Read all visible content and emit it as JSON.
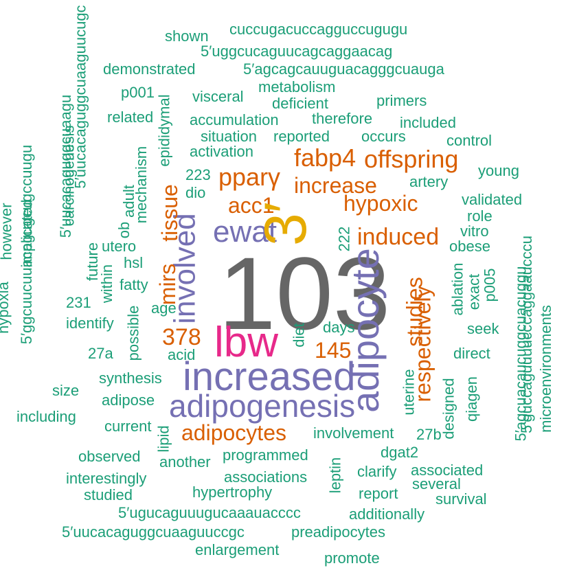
{
  "colors": {
    "top": "#666666",
    "pink": "#e7298a",
    "gold": "#e6ab02",
    "purple": "#7570b3",
    "orange": "#d95f02",
    "green": "#1b9e77"
  },
  "words": [
    {
      "text": "103",
      "color": "top"
    },
    {
      "text": "3′",
      "color": "gold"
    },
    {
      "text": "lbw",
      "color": "pink"
    },
    {
      "text": "adipocyte",
      "color": "purple"
    },
    {
      "text": "increased",
      "color": "purple"
    },
    {
      "text": "adipogenesis",
      "color": "purple"
    },
    {
      "text": "involved",
      "color": "purple"
    },
    {
      "text": "ewat",
      "color": "purple"
    },
    {
      "text": "fabp4",
      "color": "orange"
    },
    {
      "text": "offspring",
      "color": "orange"
    },
    {
      "text": "pparγ",
      "color": "orange"
    },
    {
      "text": "increase",
      "color": "orange"
    },
    {
      "text": "hypoxic",
      "color": "orange"
    },
    {
      "text": "acc1",
      "color": "orange"
    },
    {
      "text": "induced",
      "color": "orange"
    },
    {
      "text": "mirs",
      "color": "orange"
    },
    {
      "text": "tissue",
      "color": "orange"
    },
    {
      "text": "378",
      "color": "orange"
    },
    {
      "text": "145",
      "color": "orange"
    },
    {
      "text": "studies",
      "color": "orange"
    },
    {
      "text": "respectively",
      "color": "orange"
    },
    {
      "text": "adipocytes",
      "color": "orange"
    },
    {
      "text": "cuccugacuccagguccugugu",
      "color": "green"
    },
    {
      "text": "shown",
      "color": "green"
    },
    {
      "text": "5′uggcucaguucagcaggaacag",
      "color": "green"
    },
    {
      "text": "demonstrated",
      "color": "green"
    },
    {
      "text": "5′agcagcauuguacagggcuauga",
      "color": "green"
    },
    {
      "text": "p001",
      "color": "green"
    },
    {
      "text": "visceral",
      "color": "green"
    },
    {
      "text": "metabolism",
      "color": "green"
    },
    {
      "text": "deficient",
      "color": "green"
    },
    {
      "text": "primers",
      "color": "green"
    },
    {
      "text": "related",
      "color": "green"
    },
    {
      "text": "accumulation",
      "color": "green"
    },
    {
      "text": "therefore",
      "color": "green"
    },
    {
      "text": "included",
      "color": "green"
    },
    {
      "text": "situation",
      "color": "green"
    },
    {
      "text": "reported",
      "color": "green"
    },
    {
      "text": "occurs",
      "color": "green"
    },
    {
      "text": "control",
      "color": "green"
    },
    {
      "text": "activation",
      "color": "green"
    },
    {
      "text": "young",
      "color": "green"
    },
    {
      "text": "223",
      "color": "green"
    },
    {
      "text": "dio",
      "color": "green"
    },
    {
      "text": "artery",
      "color": "green"
    },
    {
      "text": "validated",
      "color": "green"
    },
    {
      "text": "role",
      "color": "green"
    },
    {
      "text": "vitro",
      "color": "green"
    },
    {
      "text": "obese",
      "color": "green"
    },
    {
      "text": "utero",
      "color": "green"
    },
    {
      "text": "hsl",
      "color": "green"
    },
    {
      "text": "fatty",
      "color": "green"
    },
    {
      "text": "age",
      "color": "green"
    },
    {
      "text": "days",
      "color": "green"
    },
    {
      "text": "231",
      "color": "green"
    },
    {
      "text": "identify",
      "color": "green"
    },
    {
      "text": "seek",
      "color": "green"
    },
    {
      "text": "27a",
      "color": "green"
    },
    {
      "text": "acid",
      "color": "green"
    },
    {
      "text": "direct",
      "color": "green"
    },
    {
      "text": "synthesis",
      "color": "green"
    },
    {
      "text": "size",
      "color": "green"
    },
    {
      "text": "adipose",
      "color": "green"
    },
    {
      "text": "including",
      "color": "green"
    },
    {
      "text": "current",
      "color": "green"
    },
    {
      "text": "involvement",
      "color": "green"
    },
    {
      "text": "27b",
      "color": "green"
    },
    {
      "text": "observed",
      "color": "green"
    },
    {
      "text": "another",
      "color": "green"
    },
    {
      "text": "programmed",
      "color": "green"
    },
    {
      "text": "dgat2",
      "color": "green"
    },
    {
      "text": "interestingly",
      "color": "green"
    },
    {
      "text": "associations",
      "color": "green"
    },
    {
      "text": "clarify",
      "color": "green"
    },
    {
      "text": "associated",
      "color": "green"
    },
    {
      "text": "studied",
      "color": "green"
    },
    {
      "text": "hypertrophy",
      "color": "green"
    },
    {
      "text": "report",
      "color": "green"
    },
    {
      "text": "several",
      "color": "green"
    },
    {
      "text": "survival",
      "color": "green"
    },
    {
      "text": "5′ugucaguuugucaaauacccc",
      "color": "green"
    },
    {
      "text": "additionally",
      "color": "green"
    },
    {
      "text": "5′uucacaguggcuaaguuccgc",
      "color": "green"
    },
    {
      "text": "preadipocytes",
      "color": "green"
    },
    {
      "text": "enlargement",
      "color": "green"
    },
    {
      "text": "promote",
      "color": "green"
    },
    {
      "text": "5′uucacaguggcuaaguucugc",
      "color": "green"
    },
    {
      "text": "5′ggcuucuuacagugcugccuugu",
      "color": "green"
    },
    {
      "text": "5′uucacaguggcuaagu",
      "color": "green"
    },
    {
      "text": "carcinogenesis",
      "color": "green"
    },
    {
      "text": "implicated",
      "color": "green"
    },
    {
      "text": "however",
      "color": "green"
    },
    {
      "text": "hypoxia",
      "color": "green"
    },
    {
      "text": "future",
      "color": "green"
    },
    {
      "text": "within",
      "color": "green"
    },
    {
      "text": "possible",
      "color": "green"
    },
    {
      "text": "ob",
      "color": "green"
    },
    {
      "text": "adult",
      "color": "green"
    },
    {
      "text": "mechanism",
      "color": "green"
    },
    {
      "text": "epididymal",
      "color": "green"
    },
    {
      "text": "222",
      "color": "green"
    },
    {
      "text": "diet",
      "color": "green"
    },
    {
      "text": "lipid",
      "color": "green"
    },
    {
      "text": "leptin",
      "color": "green"
    },
    {
      "text": "uterine",
      "color": "green"
    },
    {
      "text": "designed",
      "color": "green"
    },
    {
      "text": "qiagen",
      "color": "green"
    },
    {
      "text": "ablation",
      "color": "green"
    },
    {
      "text": "exact",
      "color": "green"
    },
    {
      "text": "p005",
      "color": "green"
    },
    {
      "text": "5′agcuacaucuggcuacuggu",
      "color": "green"
    },
    {
      "text": "5′guccaguuuucccaggaaucccu",
      "color": "green"
    },
    {
      "text": "microenvironments",
      "color": "green"
    }
  ]
}
